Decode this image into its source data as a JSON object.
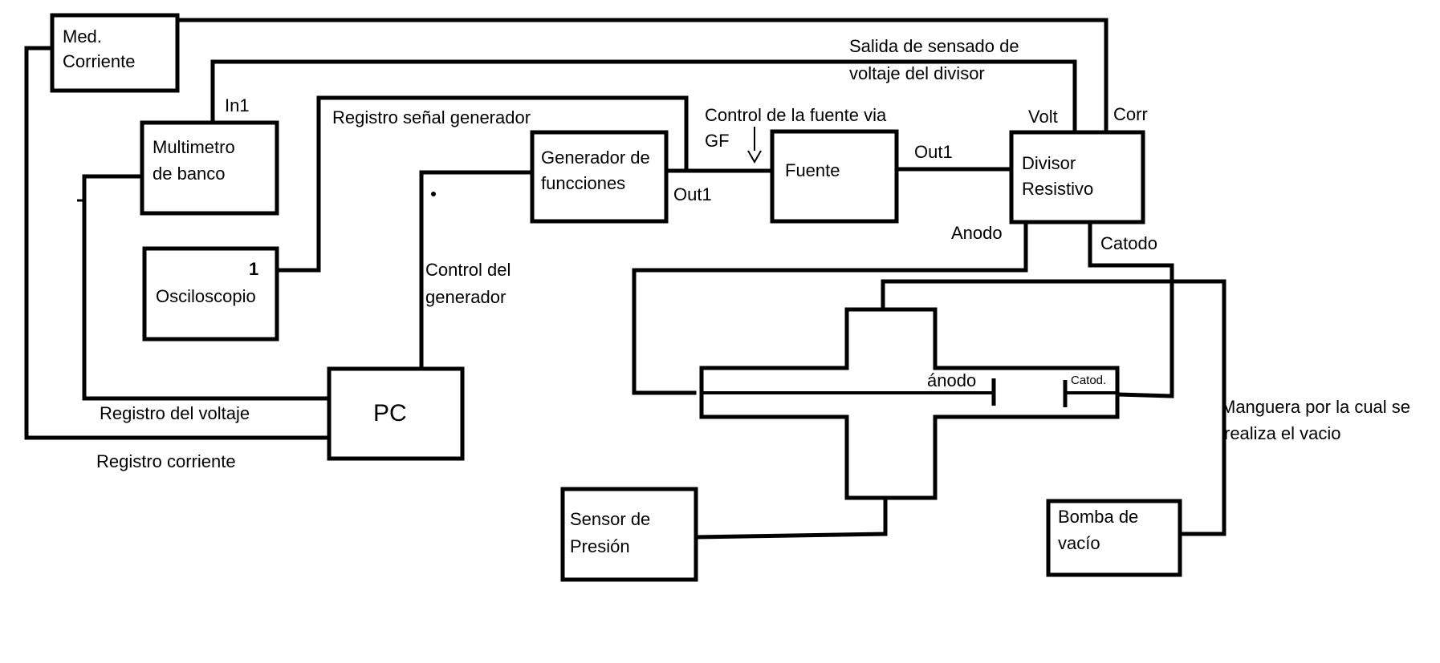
{
  "blocks": {
    "med_corriente": [
      "Med.",
      "Corriente"
    ],
    "multimetro": [
      "Multimetro",
      "de banco"
    ],
    "osciloscopio": "Osciloscopio",
    "osciloscopio_channel": "1",
    "pc": "PC",
    "generador": [
      "Generador de",
      "funcciones"
    ],
    "fuente": "Fuente",
    "divisor": [
      "Divisor",
      "Resistivo"
    ],
    "sensor": [
      "Sensor de",
      "Presión"
    ],
    "bomba": [
      "Bomba de",
      "vacío"
    ]
  },
  "labels": {
    "in1": "In1",
    "registro_senal": "Registro señal generador",
    "control_fuente": [
      "Control de la fuente via",
      "GF"
    ],
    "salida_sensado": [
      "Salida de sensado de",
      "voltaje del divisor"
    ],
    "volt": "Volt",
    "corr": "Corr",
    "out1_gen": "Out1",
    "out1_fuente": "Out1",
    "anodo_top": "Anodo",
    "catodo_top": "Catodo",
    "control_generador": [
      "Control del",
      "generador"
    ],
    "registro_voltaje": "Registro del voltaje",
    "registro_corriente": "Registro corriente",
    "anodo_chamber": "ánodo",
    "catodo_chamber": "Catod.",
    "manguera": [
      "Manguera por la cual se",
      "realiza el vacio"
    ]
  }
}
